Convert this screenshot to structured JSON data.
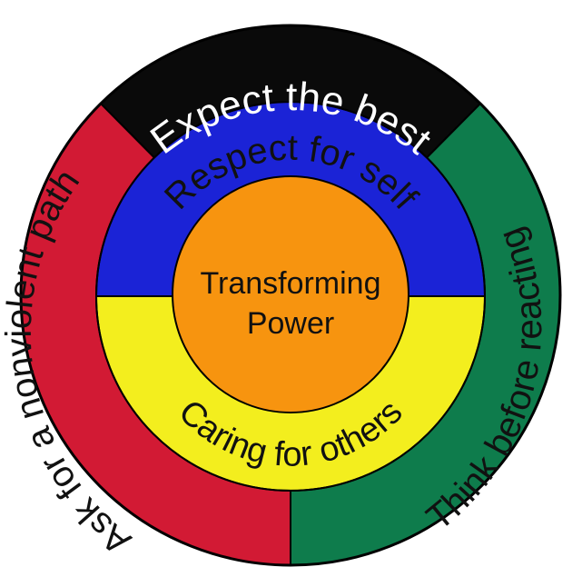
{
  "outer_ring": {
    "top_label": "Expect the best",
    "left_label": "Ask for a nonviolent path",
    "right_label": "Think before reacting"
  },
  "middle_ring": {
    "top_label": "Respect for self",
    "bottom_label": "Caring for others"
  },
  "center": {
    "line1": "Transforming",
    "line2": "Power"
  },
  "colors": {
    "black_segment": "#0a0a0a",
    "red_segment": "#d21a34",
    "green_segment": "#0e7c4c",
    "blue_segment": "#1b23d6",
    "yellow_segment": "#f3ee1e",
    "center_circle": "#f7940f",
    "outline": "#000000",
    "white_text": "#ffffff",
    "dark_text": "#111111"
  }
}
